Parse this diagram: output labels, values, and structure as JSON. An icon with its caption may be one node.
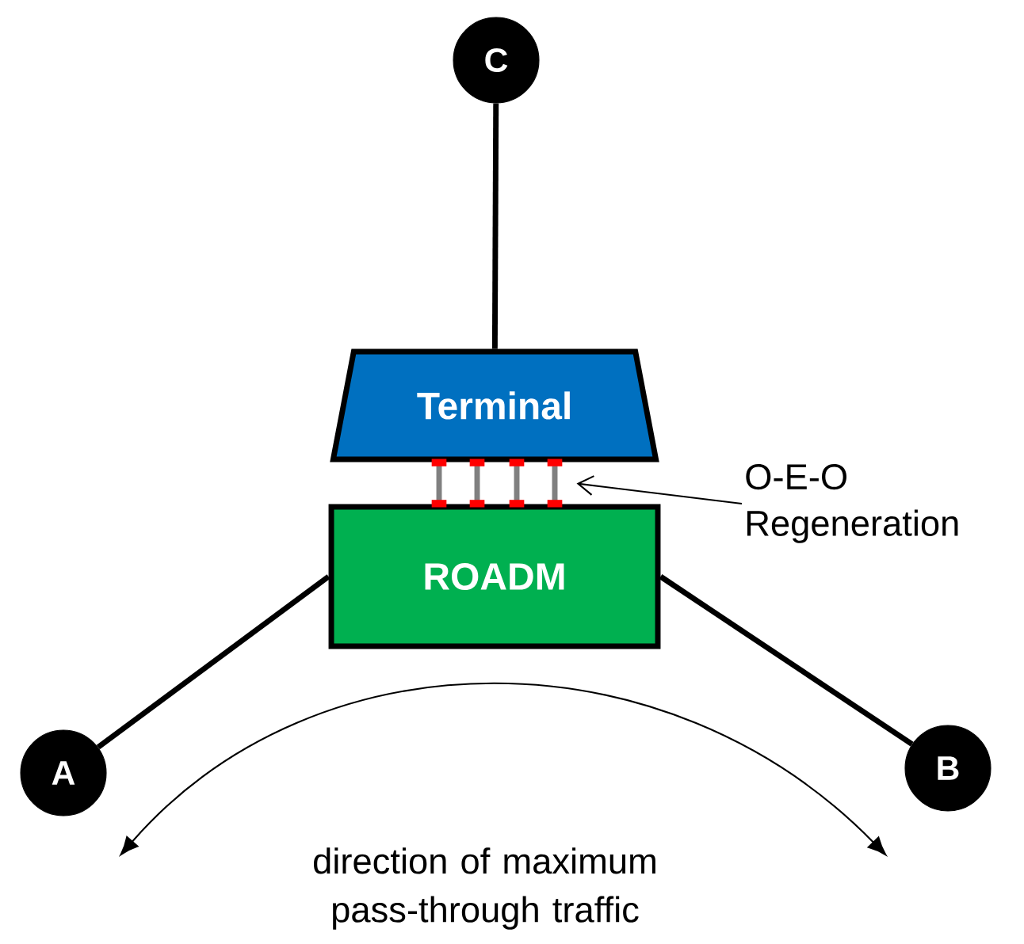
{
  "diagram": {
    "nodes": [
      {
        "text": [
          "C"
        ]
      },
      {
        "text": [
          "Terminal"
        ]
      },
      {
        "text": [
          "ROADM"
        ]
      },
      {
        "text": [
          "O-E-O Regeneration"
        ]
      },
      {
        "text": [
          "A"
        ]
      },
      {
        "text": [
          "B"
        ]
      }
    ],
    "edges": [
      {
        "from": 0,
        "to": 1,
        "arrow": "none"
      },
      {
        "from": 1,
        "to": 2,
        "arrow": "other",
        "color": "#808080"
      },
      {
        "from": 1,
        "to": 2,
        "arrow": "other",
        "color": "#808080"
      },
      {
        "from": 1,
        "to": 2,
        "arrow": "other",
        "color": "#808080"
      },
      {
        "from": 1,
        "to": 2,
        "arrow": "other",
        "color": "#808080"
      },
      {
        "from": 3,
        "to": 2,
        "arrow": "to"
      },
      {
        "from": 2,
        "to": 4,
        "arrow": "none"
      },
      {
        "from": 2,
        "to": 5,
        "arrow": "none"
      }
    ],
    "labels": [
      "direction of maximum pass-through traffic"
    ]
  }
}
